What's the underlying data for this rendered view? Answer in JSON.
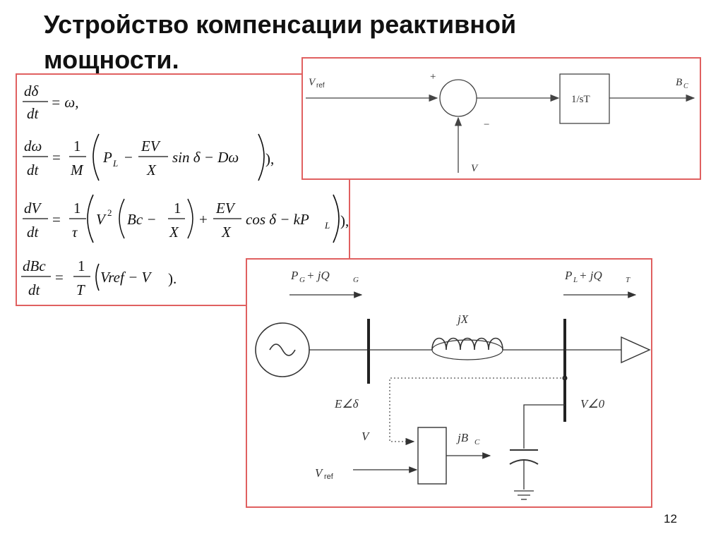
{
  "slide": {
    "title": "Устройство компенсации реактивной мощности.",
    "page_number": "12"
  },
  "equations": {
    "eq1": {
      "lhs_num": "dδ",
      "lhs_den": "dt",
      "rhs": "= ω,"
    },
    "eq2": {
      "lhs_num": "dω",
      "lhs_den": "dt",
      "eq": "=",
      "f_num": "1",
      "f_den": "M",
      "pl": "P",
      "pl_sub": "L",
      "minus": "−",
      "g_num": "EV",
      "g_den": "X",
      "tail": "sin δ − Dω",
      "end": "),"
    },
    "eq3": {
      "lhs_num": "dV",
      "lhs_den": "dt",
      "eq": "=",
      "f_num": "1",
      "f_den": "τ",
      "v": "V",
      "v_sup": "2",
      "bc": "Bc −",
      "h_num": "1",
      "h_den": "X",
      "plus": "+",
      "g_num": "EV",
      "g_den": "X",
      "tail": "cos δ − kP",
      "tail_sub": "L",
      "end": "),"
    },
    "eq4": {
      "lhs_num": "dBc",
      "lhs_den": "dt",
      "eq": "=",
      "f_num": "1",
      "f_den": "T",
      "tail": "Vref − V",
      "end": ")."
    }
  },
  "block_diagram": {
    "input_main": "V",
    "input_main_sub": "ref",
    "plus": "+",
    "minus": "−",
    "input_bottom": "V",
    "block": "1/sT",
    "output": "B",
    "output_sub": "C"
  },
  "circuit": {
    "flow_left": "P",
    "flow_left_sub1": "G",
    "flow_left_mid": " + jQ",
    "flow_left_sub2": "G",
    "flow_right": "P",
    "flow_right_sub1": "L",
    "flow_right_mid": " + jQ",
    "flow_right_sub2": "T",
    "reactance": "jX",
    "bus_left": "E∠δ",
    "bus_right": "V∠0",
    "controller_v": "V",
    "controller_vref": "V",
    "controller_vref_sub": "ref",
    "susceptance": "jB",
    "susceptance_sub": "C"
  }
}
